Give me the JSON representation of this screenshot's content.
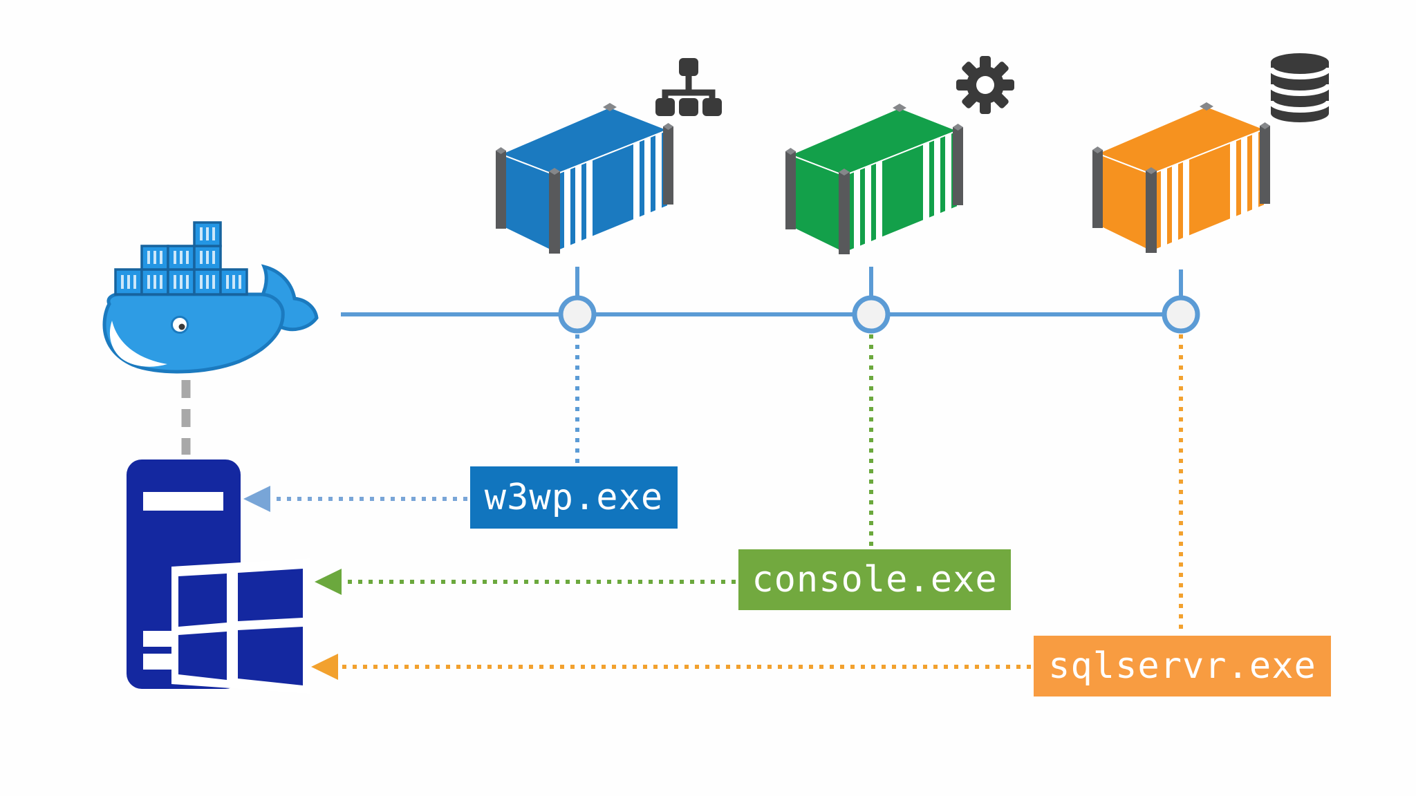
{
  "page": {
    "background": "#FEFEFE",
    "description": "Docker on Windows architecture diagram mapping containers to host processes"
  },
  "colors": {
    "bg": "#FEFEFE",
    "docker-body": "#2E9CE4",
    "docker-outline": "#1B7ABF",
    "docker-box": "#2496E4",
    "docker-box-outline": "#17639E",
    "docker-box-mark": "#CDE7F9",
    "container-blue": "#1B7AC0",
    "container-green": "#13A04A",
    "container-orange": "#F6921F",
    "post-gray": "#58595B",
    "post-cap": "#85878A",
    "icon-dark": "#3A3A3A",
    "line-blue": "#5B9BD5",
    "node-fill": "#F2F2F2",
    "arrow-blue": "#78A5D7",
    "dot-green": "#6BA83D",
    "dot-orange": "#F2A12E",
    "label-blue": "#1175BE",
    "label-green": "#72A93F",
    "label-orange": "#F89C41",
    "label-text": "#FFFFFF",
    "server-navy": "#1428A0",
    "dash-gray": "#A8A8A8"
  },
  "docker_engine": {
    "icon": "docker-whale-logo"
  },
  "host": {
    "icon": "windows-server-icon"
  },
  "containers": [
    {
      "id": "web",
      "shape": "shipping-container",
      "color": "#1B7AC0",
      "service_icon": "sitemap-icon",
      "process_label": "w3wp.exe"
    },
    {
      "id": "console",
      "shape": "shipping-container",
      "color": "#13A04A",
      "service_icon": "gear-icon",
      "process_label": "console.exe"
    },
    {
      "id": "sql",
      "shape": "shipping-container",
      "color": "#F6921F",
      "service_icon": "database-icon",
      "process_label": "sqlservr.exe"
    }
  ]
}
